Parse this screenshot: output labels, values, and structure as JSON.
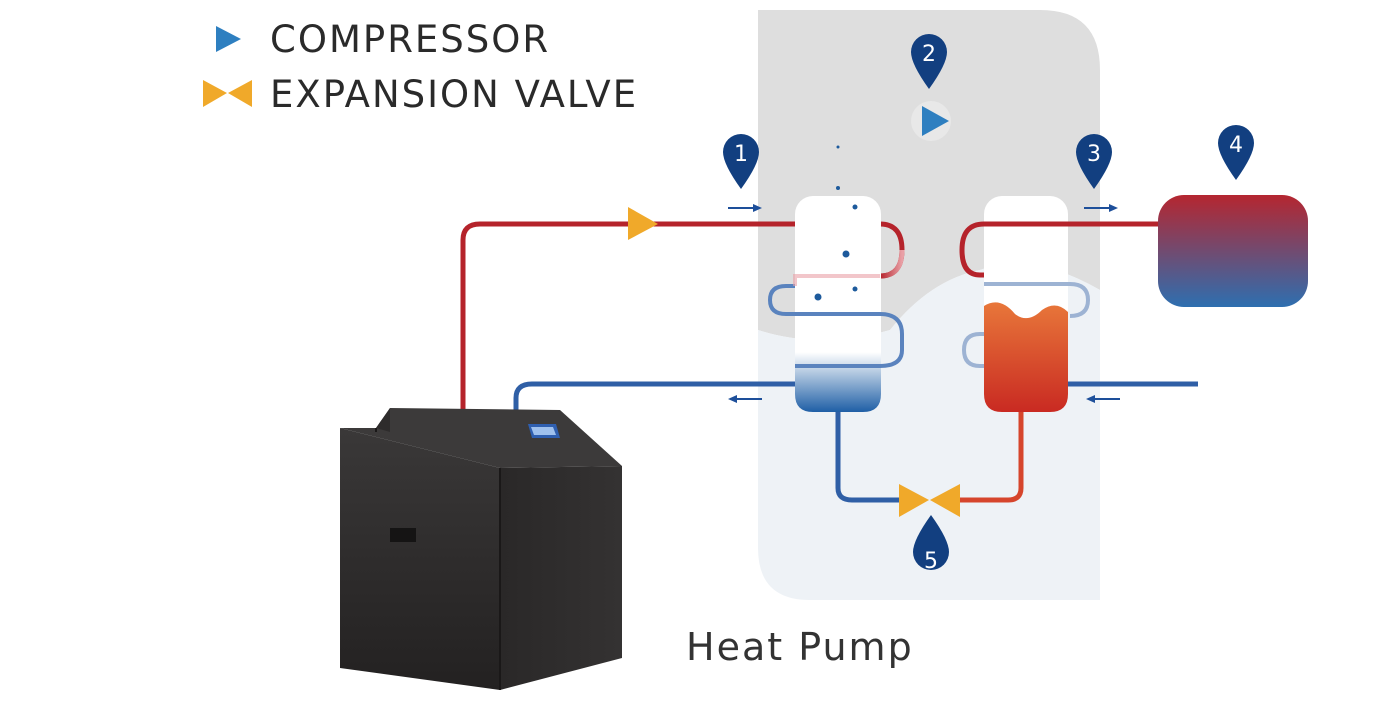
{
  "legend": {
    "compressor_label": "COMPRESSOR",
    "expansion_valve_label": "EXPANSION VALVE"
  },
  "markers": [
    "1",
    "2",
    "3",
    "4",
    "5"
  ],
  "caption": "Heat Pump",
  "colors": {
    "hot": "#b5232b",
    "cold": "#2f5fa6",
    "compressor": "#2e7fc0",
    "valve": "#f0a92a",
    "marker": "#123f80",
    "upper_zone": "#dedede",
    "lower_zone": "#eef2f6",
    "cabinet": "#2b2929"
  }
}
